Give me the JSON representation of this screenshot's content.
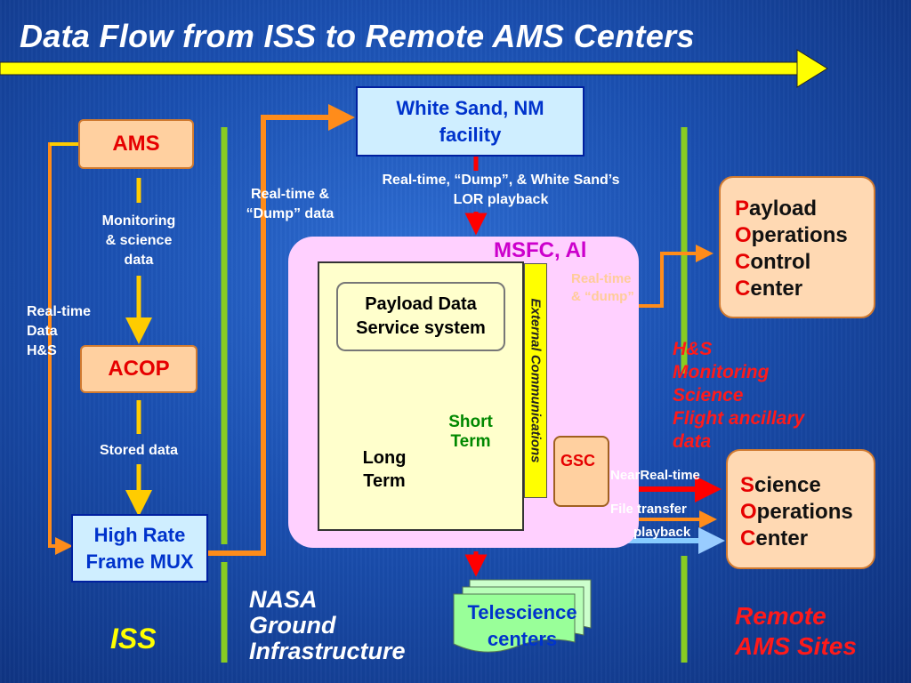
{
  "title": "Data Flow from ISS to Remote AMS Centers",
  "nodes": {
    "ams": "AMS",
    "acop": "ACOP",
    "high_rate_mux": [
      "High Rate",
      "Frame MUX"
    ],
    "white_sand": [
      "White Sand, NM",
      "facility"
    ],
    "msfc": "MSFC, Al",
    "payload_data_service": [
      "Payload Data",
      "Service system"
    ],
    "external_communications": "External Communications",
    "short_term": [
      "Short",
      "Term"
    ],
    "long_term": [
      "Long",
      "Term"
    ],
    "gsc": "GSC",
    "poc": [
      {
        "cap": "P",
        "rest": "ayload"
      },
      {
        "cap": "O",
        "rest": "perations"
      },
      {
        "cap": "C",
        "rest": "ontrol"
      },
      {
        "cap": "C",
        "rest": "enter"
      }
    ],
    "soc": [
      {
        "cap": "S",
        "rest": "cience"
      },
      {
        "cap": "O",
        "rest": "perations"
      },
      {
        "cap": "C",
        "rest": "enter"
      }
    ],
    "telescience": [
      "Telescience",
      "centers"
    ]
  },
  "labels": {
    "monitoring": [
      "Monitoring",
      "& science",
      "data"
    ],
    "stored_data": "Stored data",
    "realtime_hs": [
      "Real-time",
      "Data",
      "H&S"
    ],
    "realtime_dump": [
      "Real-time &",
      "“Dump” data"
    ],
    "white_sand_playback": [
      "Real-time, “Dump”, & White Sand’s",
      "LOR playback"
    ],
    "realtime_dump_poc": [
      "Real-time",
      "& “dump”"
    ],
    "poc_data": [
      "H&S",
      "Monitoring",
      "Science",
      "Flight ancillary",
      "data"
    ],
    "near_realtime": "NearReal-time",
    "file_transfer": "File transfer",
    "playback": "playback"
  },
  "regions": {
    "iss": "ISS",
    "nasa_ground": [
      "NASA",
      "Ground",
      "Infrastructure"
    ],
    "remote_ams": [
      "Remote",
      "AMS Sites"
    ]
  },
  "colors": {
    "flow_yellow": "#ffcc00",
    "flow_orange": "#ff8c1a",
    "flow_red": "#ff0000",
    "flow_lightblue": "#88ccff",
    "divider_green": "#88cc22",
    "accent_red": "#e60000"
  }
}
